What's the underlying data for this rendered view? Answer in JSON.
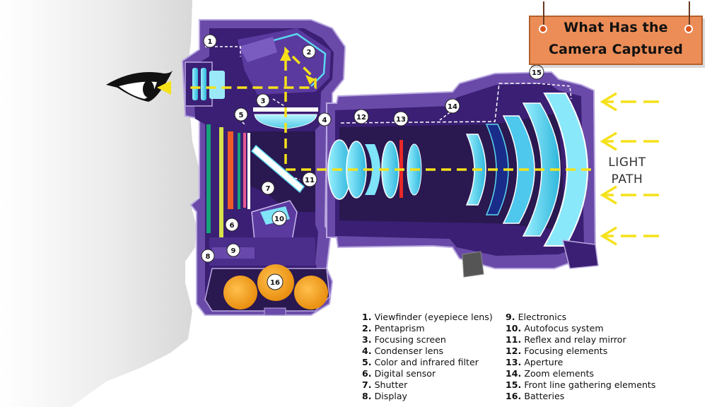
{
  "sign": {
    "line1": "What Has the",
    "line2": "Camera Captured"
  },
  "light_path": {
    "line1": "LIGHT",
    "line2": "PATH"
  },
  "callouts": [
    "1",
    "2",
    "3",
    "4",
    "5",
    "6",
    "7",
    "8",
    "9",
    "10",
    "11",
    "12",
    "13",
    "14",
    "15",
    "16"
  ],
  "legend": {
    "left": [
      {
        "num": "1.",
        "label": "Viewfinder (eyepiece lens)"
      },
      {
        "num": "2.",
        "label": "Pentaprism"
      },
      {
        "num": "3.",
        "label": "Focusing screen"
      },
      {
        "num": "4.",
        "label": "Condenser lens"
      },
      {
        "num": "5.",
        "label": "Color and infrared filter"
      },
      {
        "num": "6.",
        "label": "Digital sensor"
      },
      {
        "num": "7.",
        "label": "Shutter"
      },
      {
        "num": "8.",
        "label": "Display"
      }
    ],
    "right": [
      {
        "num": "9.",
        "label": "Electronics"
      },
      {
        "num": "10.",
        "label": "Autofocus system"
      },
      {
        "num": "11.",
        "label": "Reflex and relay mirror"
      },
      {
        "num": "12.",
        "label": "Focusing elements"
      },
      {
        "num": "13.",
        "label": "Aperture"
      },
      {
        "num": "14.",
        "label": "Zoom elements"
      },
      {
        "num": "15.",
        "label": "Front line gathering elements"
      },
      {
        "num": "16.",
        "label": "Batteries"
      }
    ]
  },
  "colors": {
    "body_purple": "#4a2a85",
    "body_dark": "#2a1850",
    "body_mid": "#6a4aa8",
    "lens_cyan": "#5ad8f0",
    "light_path_yellow": "#f5e11a",
    "battery_orange": "#f5a623",
    "sign_orange": "#ec8d57"
  }
}
